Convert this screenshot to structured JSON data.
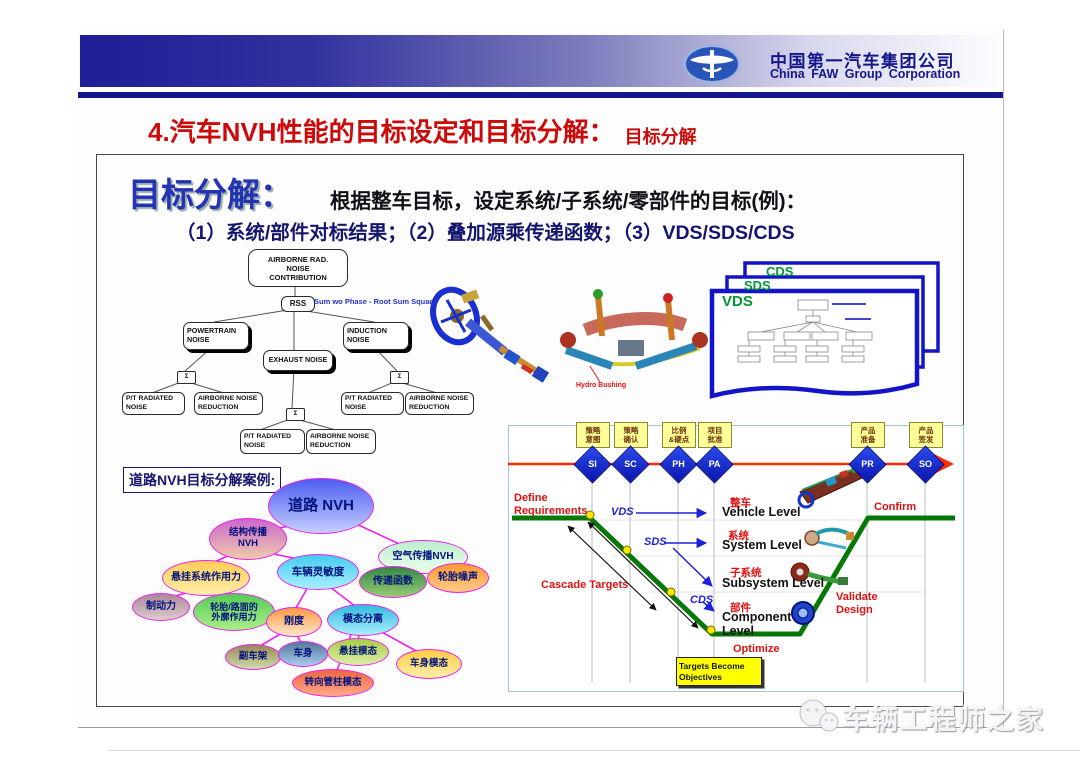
{
  "header": {
    "company_cn": "中国第一汽车集团公司",
    "company_en": "China FAW Group Corporation"
  },
  "title": {
    "main": "4.汽车NVH性能的目标设定和目标分解：",
    "sub": "目标分解"
  },
  "intro": {
    "lead": "目标分解：",
    "body": "根据整车目标，设定系统/子系统/零部件的目标(例)：",
    "items": "（1）系统/部件对标结果；（2）叠加源乘传递函数；（3）VDS/SDS/CDS"
  },
  "noise_tree": {
    "root": "AIRBORNE RAD.\nNOISE\nCONTRIBUTION",
    "rss": "RSS",
    "rss_note": "Sum wo Phase - Root Sum Square",
    "sigma": "Σ",
    "branch_powertrain": "POWERTRAIN\nNOISE",
    "branch_exhaust": "EXHAUST NOISE",
    "branch_induction": "INDUCTION\nNOISE",
    "leaf_radiated": "P/T RADIATED\nNOISE",
    "leaf_reduction": "AIRBORNE NOISE\nREDUCTION"
  },
  "images": {
    "hydro_bushing": "Hydro Bushing"
  },
  "doc_stack": {
    "cds": "CDS",
    "sds": "SDS",
    "vds": "VDS"
  },
  "road_nvh": {
    "caption": "道路NVH目标分解案例:",
    "nodes": {
      "root": "道路 NVH",
      "structure": "结构传播\nNVH",
      "airborne": "空气传播NVH",
      "suspension_force": "悬挂系统作用力",
      "sensitivity": "车辆灵敏度",
      "transfer": "传递函数",
      "tire_noise": "轮胎噪声",
      "braking": "制动力",
      "tire_road": "轮胎/路面的\n外廓作用力",
      "stiffness": "刚度",
      "modal_sep": "模态分离",
      "subframe": "副车架",
      "body": "车身",
      "susp_modes": "悬挂模态",
      "body_modes": "车身模态",
      "steering_modes": "转向管柱模态"
    }
  },
  "vmodel": {
    "gates": [
      {
        "label": "策略\n意图",
        "code": "SI"
      },
      {
        "label": "策略\n确认",
        "code": "SC"
      },
      {
        "label": "比例\n&硬点",
        "code": "PH"
      },
      {
        "label": "项目\n批准",
        "code": "PA"
      },
      {
        "label": "产品\n准备",
        "code": "PR"
      },
      {
        "label": "产品\n签发",
        "code": "SO"
      }
    ],
    "specs": {
      "vds": "VDS",
      "sds": "SDS",
      "cds": "CDS"
    },
    "levels": {
      "vehicle_cn": "整车",
      "vehicle_en": "Vehicle Level",
      "system_cn": "系统",
      "system_en": "System Level",
      "subsystem_cn": "子系统",
      "subsystem_en": "Subsystem Level",
      "component_cn": "部件",
      "component_en": "Component\nLevel"
    },
    "notes": {
      "define": "Define\nRequirements",
      "cascade": "Cascade Targets",
      "confirm": "Confirm",
      "validate": "Validate\nDesign",
      "optimize": "Optimize",
      "targets": "Targets Become\nObjectives"
    }
  },
  "watermark": {
    "text": "车辆工程师之家"
  },
  "colors": {
    "header_navy": "#16168c",
    "title_red": "#cc0a0a",
    "lead_blue": "#2333b4",
    "bubble_magenta": "#ee22ee",
    "v_green": "#067806",
    "timeline_red": "#ff2a00",
    "diamond_blue": "#0a14a8",
    "gate_yellow": "#ffff99",
    "doc_border_blue": "#1313c8",
    "doc_label_green": "#009933"
  }
}
